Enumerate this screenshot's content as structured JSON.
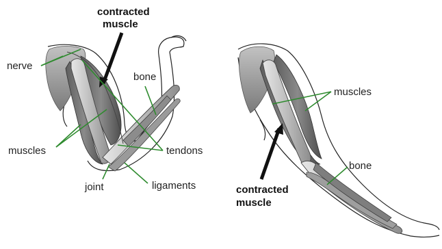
{
  "left_arm": {
    "contracted_line1": "contracted",
    "contracted_line2": "muscle",
    "nerve": "nerve",
    "bone": "bone",
    "muscles": "muscles",
    "tendons": "tendons",
    "joint": "joint",
    "ligaments": "ligaments"
  },
  "right_arm": {
    "muscles": "muscles",
    "bone": "bone",
    "contracted_line1": "contracted",
    "contracted_line2": "muscle"
  },
  "colors": {
    "leader": "#2e8b2e",
    "muscle_dark": "#6e6e6e",
    "bone_light": "#cfcfcf",
    "outline": "#222222"
  }
}
